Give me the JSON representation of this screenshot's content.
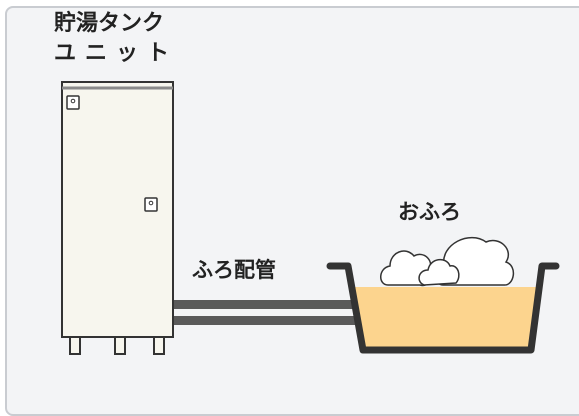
{
  "labels": {
    "tank_line1": "貯湯タンク",
    "tank_line2": "ユニット",
    "pipe": "ふろ配管",
    "bath": "おふろ"
  },
  "colors": {
    "panel_bg": "#f3f4f6",
    "panel_border": "#c9ccd1",
    "tank_body": "#f7f6ee",
    "outline": "#333333",
    "pipe": "#5a5a5a",
    "water": "#fcd48e",
    "steam": "#ffffff"
  }
}
